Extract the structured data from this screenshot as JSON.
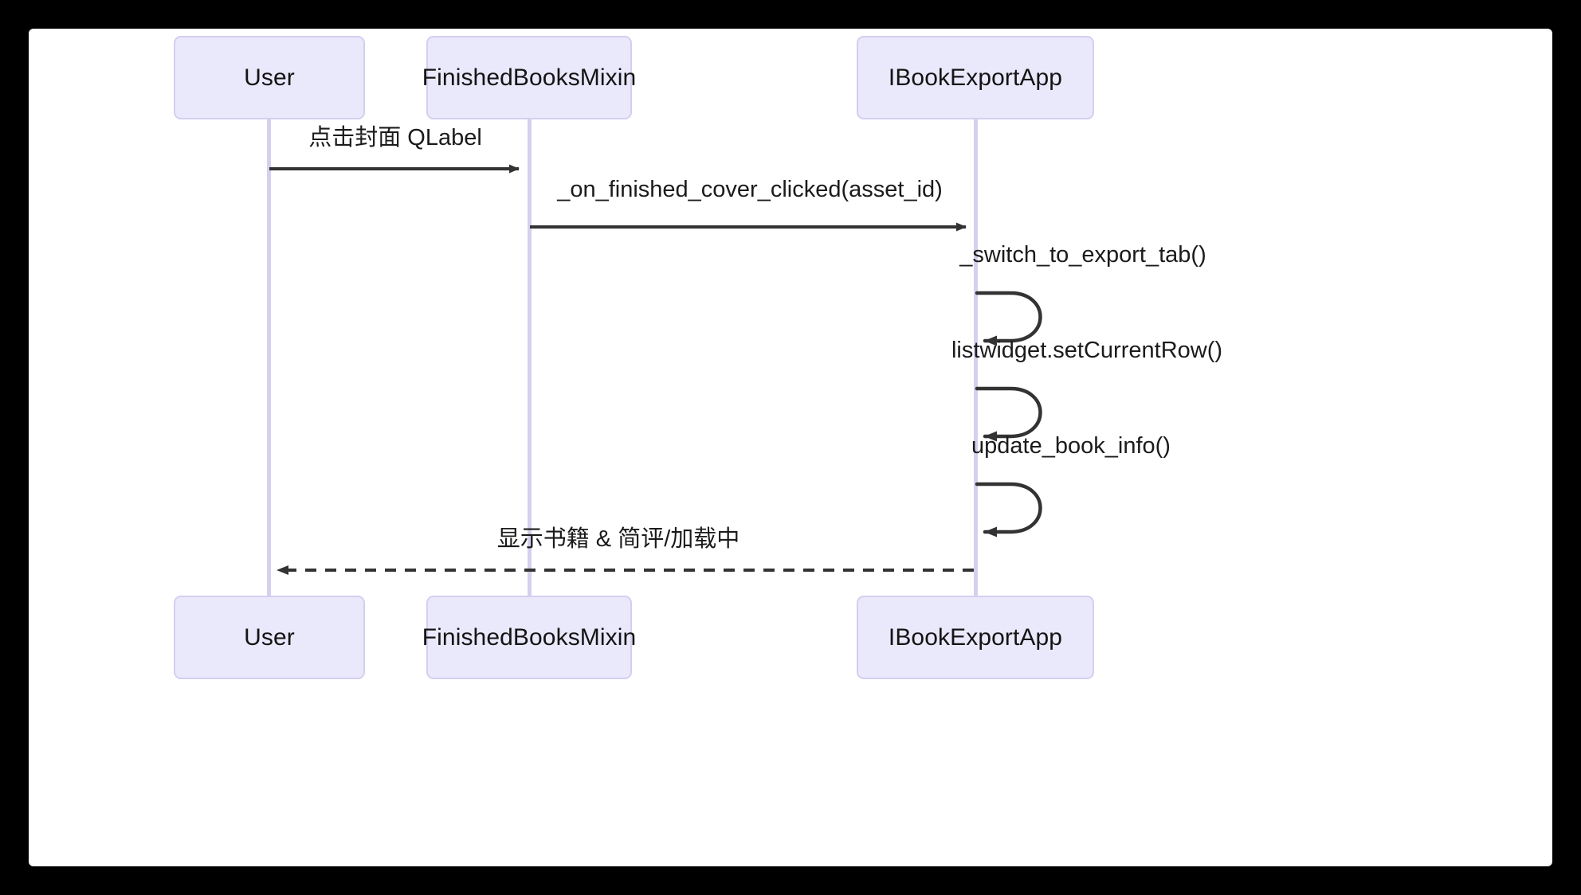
{
  "diagram": {
    "type": "uml-sequence-diagram",
    "background_color": "#000000",
    "canvas_color": "#ffffff",
    "participant_fill": "#eae8fb",
    "participant_border": "#d4cff0",
    "lifeline_color": "#d5d0ee",
    "arrow_color": "#333333",
    "text_color": "#1b1b1b"
  },
  "participants": [
    {
      "id": "user",
      "label": "User"
    },
    {
      "id": "mixin",
      "label": "FinishedBooksMixin"
    },
    {
      "id": "app",
      "label": "IBookExportApp"
    }
  ],
  "participants_bottom": [
    {
      "id": "user",
      "label": "User"
    },
    {
      "id": "mixin",
      "label": "FinishedBooksMixin"
    },
    {
      "id": "app",
      "label": "IBookExportApp"
    }
  ],
  "messages": [
    {
      "index": 1,
      "from": "user",
      "to": "mixin",
      "label": "点击封面 QLabel",
      "style": "solid",
      "kind": "call"
    },
    {
      "index": 2,
      "from": "mixin",
      "to": "app",
      "label": "_on_finished_cover_clicked(asset_id)",
      "style": "solid",
      "kind": "call"
    },
    {
      "index": 3,
      "from": "app",
      "to": "app",
      "label": "_switch_to_export_tab()",
      "style": "solid",
      "kind": "self-call"
    },
    {
      "index": 4,
      "from": "app",
      "to": "app",
      "label": "listwidget.setCurrentRow()",
      "style": "solid",
      "kind": "self-call"
    },
    {
      "index": 5,
      "from": "app",
      "to": "app",
      "label": "update_book_info()",
      "style": "solid",
      "kind": "self-call"
    },
    {
      "index": 6,
      "from": "app",
      "to": "user",
      "label": "显示书籍 & 简评/加载中",
      "style": "dashed",
      "kind": "return"
    }
  ]
}
